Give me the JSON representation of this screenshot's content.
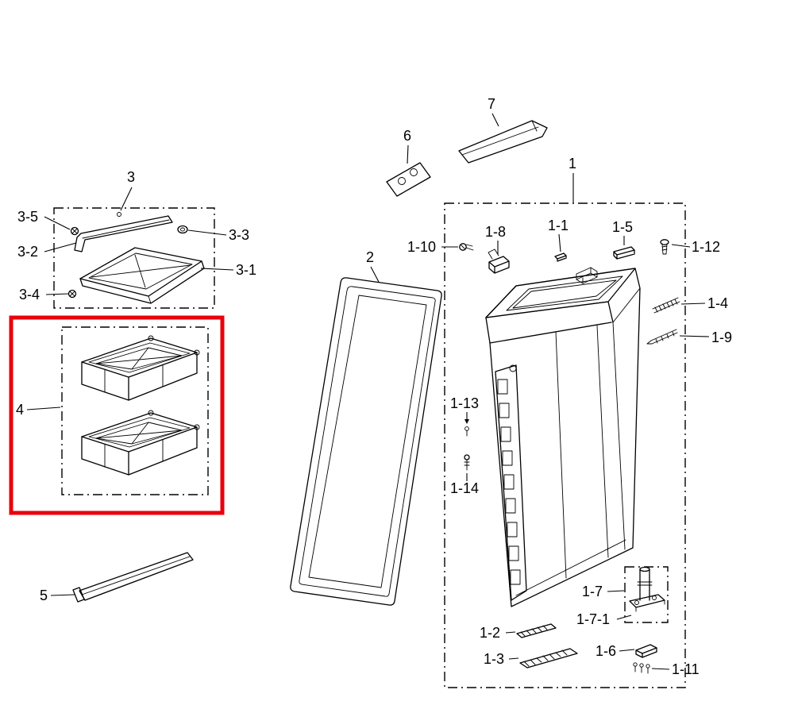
{
  "colors": {
    "highlight": "#e8000d",
    "line_art": "#000000",
    "background": "#ffffff"
  },
  "labels": {
    "p1": "1",
    "p1_1": "1-1",
    "p1_2": "1-2",
    "p1_3": "1-3",
    "p1_4": "1-4",
    "p1_5": "1-5",
    "p1_6": "1-6",
    "p1_7": "1-7",
    "p1_7_1": "1-7-1",
    "p1_8": "1-8",
    "p1_9": "1-9",
    "p1_10": "1-10",
    "p1_11": "1-11",
    "p1_12": "1-12",
    "p1_13": "1-13",
    "p1_14": "1-14",
    "p2": "2",
    "p3": "3",
    "p3_1": "3-1",
    "p3_2": "3-2",
    "p3_3": "3-3",
    "p3_4": "3-4",
    "p3_5": "3-5",
    "p4": "4",
    "p5": "5",
    "p6": "6",
    "p7": "7"
  }
}
